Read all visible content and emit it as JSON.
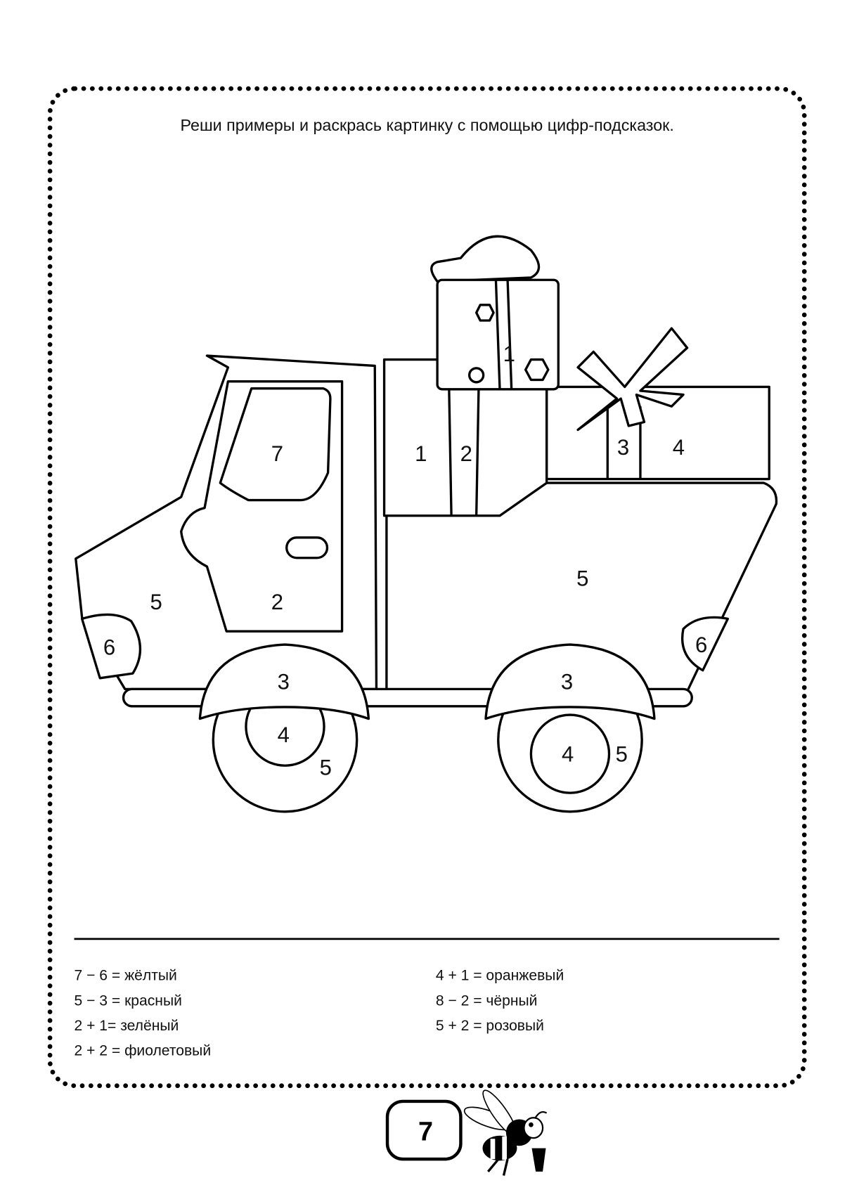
{
  "instruction": "Реши примеры и раскрась картинку с помощью цифр-подсказок.",
  "picture_numbers": {
    "window": "7",
    "door": "2",
    "cab_front": "5",
    "headlight_left": "6",
    "headlight_right": "6",
    "bed": "5",
    "fender_left": "3",
    "fender_right": "3",
    "hub_left": "4",
    "hub_right": "4",
    "tire_left": "5",
    "tire_right": "5",
    "gift_top": "1",
    "gift_tall_a": "1",
    "gift_tall_b": "2",
    "gift_flat_a": "3",
    "gift_flat_b": "4"
  },
  "legend": {
    "left": [
      "7 − 6 = жёлтый",
      "5 − 3 = красный",
      "2 + 1= зелёный",
      "2 + 2 = фиолетовый"
    ],
    "right": [
      "4 + 1 = оранжевый",
      "8 − 2 = чёрный",
      "5 + 2 = розовый"
    ]
  },
  "page_number": "7"
}
